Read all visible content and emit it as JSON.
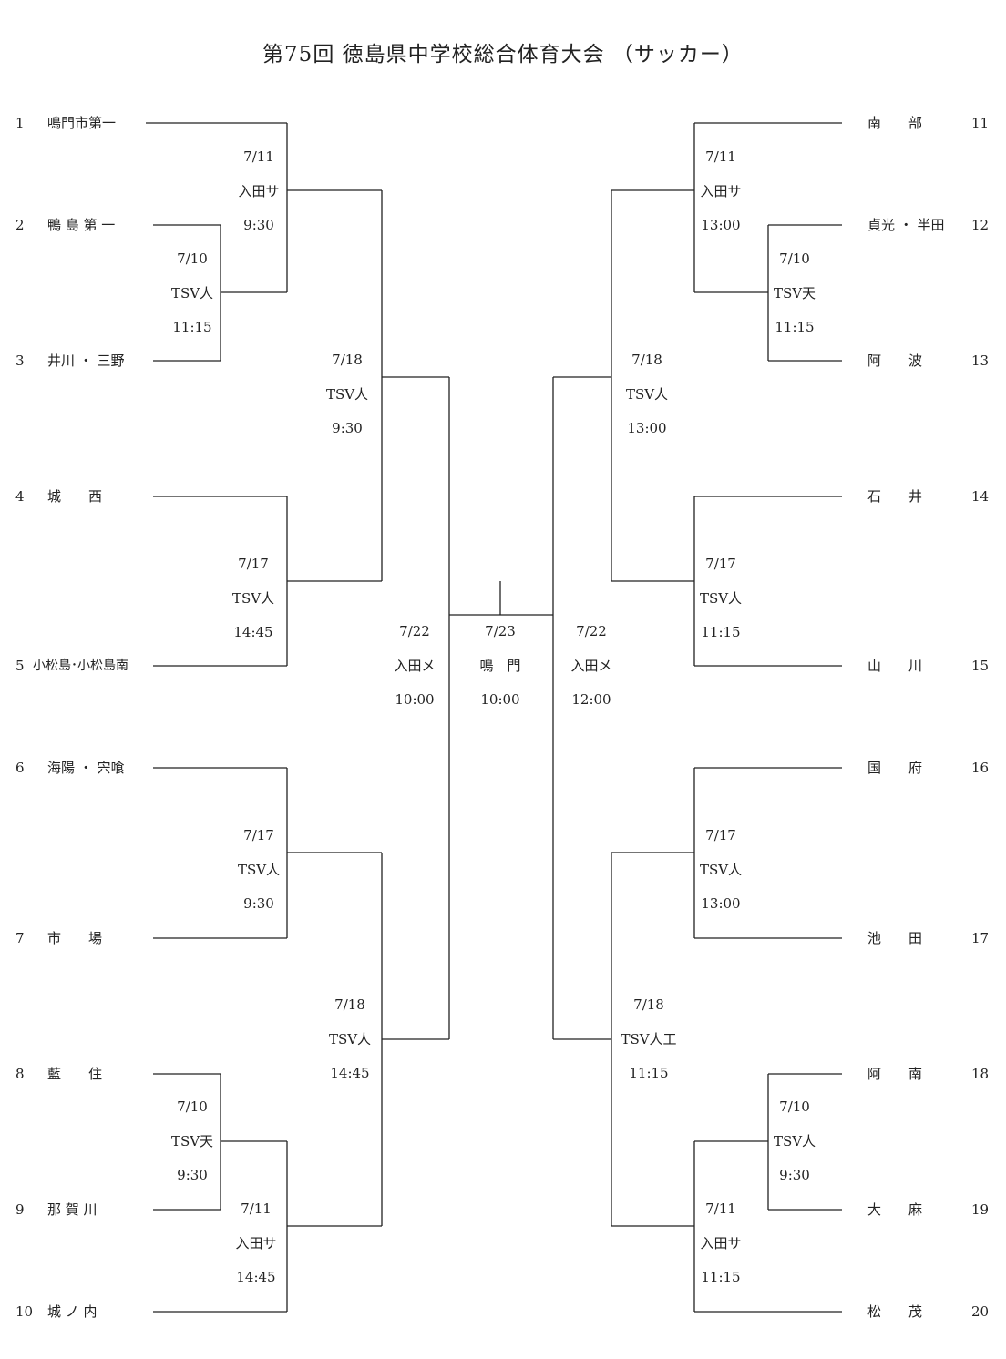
{
  "title": "第75回 徳島県中学校総合体育大会 （サッカー）",
  "left_teams": [
    {
      "no": "1",
      "name": "鳴門市第一"
    },
    {
      "no": "2",
      "name": "鴨 島 第 一"
    },
    {
      "no": "3",
      "name": "井川 ・ 三野"
    },
    {
      "no": "4",
      "name": "城　　西"
    },
    {
      "no": "5",
      "name": "小松島･小松島南"
    },
    {
      "no": "6",
      "name": "海陽 ・ 宍喰"
    },
    {
      "no": "7",
      "name": "市　　場"
    },
    {
      "no": "8",
      "name": "藍　　住"
    },
    {
      "no": "9",
      "name": "那 賀 川"
    },
    {
      "no": "10",
      "name": "城 ノ 内"
    }
  ],
  "right_teams": [
    {
      "no": "11",
      "name": "南　　部"
    },
    {
      "no": "12",
      "name": "貞光 ・ 半田"
    },
    {
      "no": "13",
      "name": "阿　　波"
    },
    {
      "no": "14",
      "name": "石　　井"
    },
    {
      "no": "15",
      "name": "山　　川"
    },
    {
      "no": "16",
      "name": "国　　府"
    },
    {
      "no": "17",
      "name": "池　　田"
    },
    {
      "no": "18",
      "name": "阿　　南"
    },
    {
      "no": "19",
      "name": "大　　麻"
    },
    {
      "no": "20",
      "name": "松　　茂"
    }
  ],
  "matches": {
    "L_2v3": {
      "date": "7/10",
      "venue": "TSV人",
      "time": "11:15"
    },
    "L_1vW": {
      "date": "7/11",
      "venue": "入田サ",
      "time": "9:30"
    },
    "L_4v5": {
      "date": "7/17",
      "venue": "TSV人",
      "time": "14:45"
    },
    "L_QF_A": {
      "date": "7/18",
      "venue": "TSV人",
      "time": "9:30"
    },
    "L_6v7": {
      "date": "7/17",
      "venue": "TSV人",
      "time": "9:30"
    },
    "L_8v9": {
      "date": "7/10",
      "venue": "TSV天",
      "time": "9:30"
    },
    "L_10vW": {
      "date": "7/11",
      "venue": "入田サ",
      "time": "14:45"
    },
    "L_QF_B": {
      "date": "7/18",
      "venue": "TSV人",
      "time": "14:45"
    },
    "L_SF": {
      "date": "7/22",
      "venue": "入田メ",
      "time": "10:00"
    },
    "FINAL": {
      "date": "7/23",
      "venue": "鳴　門",
      "time": "10:00"
    },
    "R_SF": {
      "date": "7/22",
      "venue": "入田メ",
      "time": "12:00"
    },
    "R_11vW": {
      "date": "7/11",
      "venue": "入田サ",
      "time": "13:00"
    },
    "R_12v13": {
      "date": "7/10",
      "venue": "TSV天",
      "time": "11:15"
    },
    "R_QF_A": {
      "date": "7/18",
      "venue": "TSV人",
      "time": "13:00"
    },
    "R_14v15": {
      "date": "7/17",
      "venue": "TSV人",
      "time": "11:15"
    },
    "R_16v17": {
      "date": "7/17",
      "venue": "TSV人",
      "time": "13:00"
    },
    "R_QF_B": {
      "date": "7/18",
      "venue": "TSV人工",
      "time": "11:15"
    },
    "R_18v19": {
      "date": "7/10",
      "venue": "TSV人",
      "time": "9:30"
    },
    "R_20vW": {
      "date": "7/11",
      "venue": "入田サ",
      "time": "11:15"
    }
  }
}
